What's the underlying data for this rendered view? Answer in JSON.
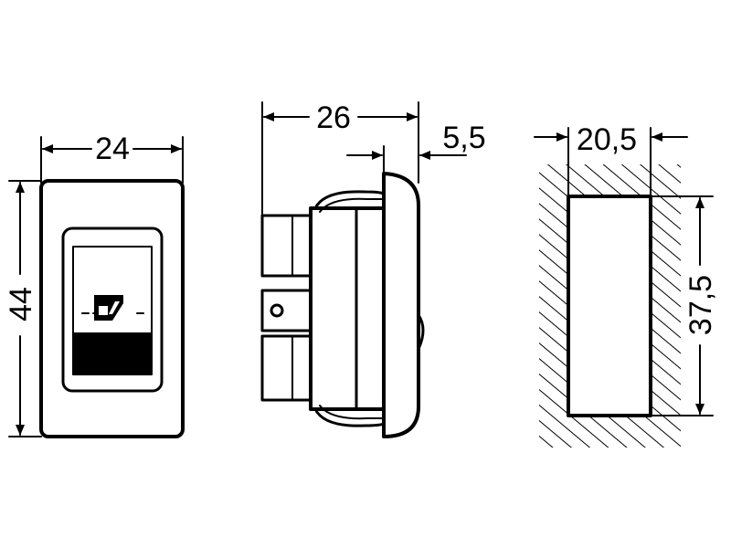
{
  "colors": {
    "ink": "#000000",
    "paper": "#ffffff"
  },
  "front_view": {
    "width_label": "24",
    "height_label": "44",
    "switch_icon": "window-lift-icon"
  },
  "side_view": {
    "depth_label": "26",
    "bezel_label": "5,5"
  },
  "cutout_view": {
    "width_label": "20,5",
    "height_label": "37,5"
  }
}
